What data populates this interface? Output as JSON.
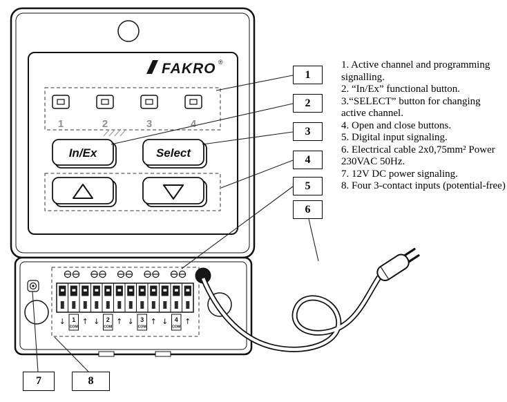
{
  "figure": {
    "brand": "FAKRO",
    "registered": "®",
    "channels": [
      "1",
      "2",
      "3",
      "4"
    ],
    "buttons": {
      "inex": "In/Ex",
      "select": "Select"
    },
    "terminals": [
      {
        "down": "↓",
        "num": "1",
        "com": "COM",
        "up": "↑"
      },
      {
        "down": "↓",
        "num": "2",
        "com": "COM",
        "up": "↑"
      },
      {
        "down": "↓",
        "num": "3",
        "com": "COM",
        "up": "↑"
      },
      {
        "down": "↓",
        "num": "4",
        "com": "COM",
        "up": "↑"
      }
    ]
  },
  "callouts": {
    "c1": "1",
    "c2": "2",
    "c3": "3",
    "c4": "4",
    "c5": "5",
    "c6": "6",
    "c7": "7",
    "c8": "8"
  },
  "legend": {
    "items": [
      "1. Active channel and programming signalling.",
      "2.  “In/Ex” functional button.",
      "3.“SELECT” button for changing active channel.",
      "4. Open and close buttons.",
      "5. Digital input signaling.",
      "6. Electrical cable 2x0,75mm² Power 230VAC 50Hz.",
      "7. 12V DC power signaling.",
      "8. Four 3-contact inputs (potential-free)"
    ]
  },
  "colors": {
    "ink": "#111111",
    "paper": "#ffffff"
  }
}
